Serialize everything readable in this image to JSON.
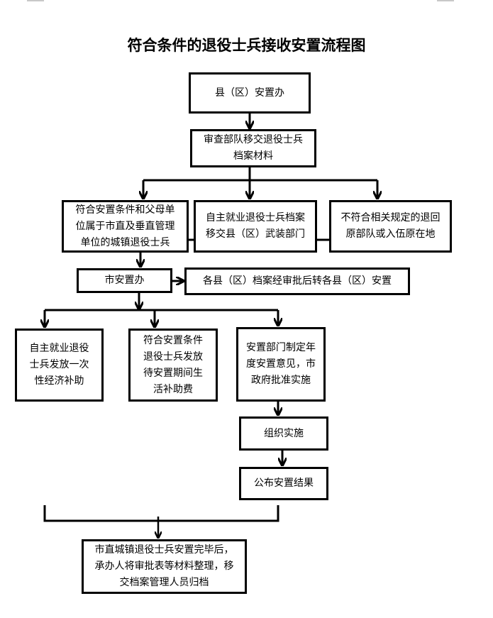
{
  "title": "符合条件的退役士兵接收安置流程图",
  "nodes": {
    "county_office": "县（区）安置办",
    "review_materials": "审查部队移交退役士兵档案材料",
    "eligible_urban": "符合安置条件和父母单位属于市直及垂直管理单位的城镇退役士兵",
    "self_employed_transfer": "自主就业退役士兵档案移交县（区）武装部门",
    "ineligible_return": "不符合相关规定的退回原部队或入伍原在地",
    "city_office": "市安置办",
    "county_transfer": "各县（区）档案经审批后转各县（区）安置",
    "one_time_subsidy": "自主就业退役士兵发放一次性经济补助",
    "waiting_subsidy": "符合安置条件退役士兵发放待安置期间生活补助费",
    "annual_plan": "安置部门制定年度安置意见，市政府批准实施",
    "implement": "组织实施",
    "publish": "公布安置结果",
    "archive": "市直城镇退役士兵安置完毕后，承办人将审批表等材料整理，移交档案管理人员归档"
  },
  "colors": {
    "line": "#000000",
    "background": "#ffffff"
  }
}
